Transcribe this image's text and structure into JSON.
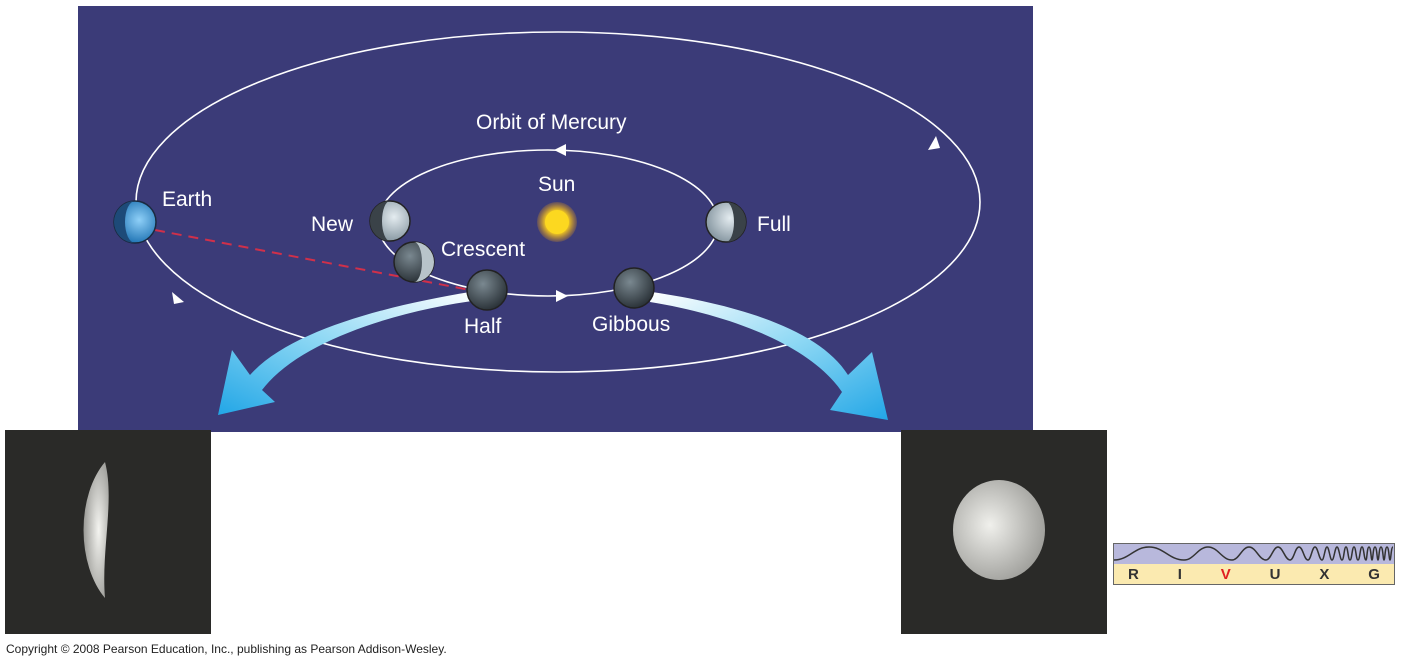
{
  "diagram": {
    "orbit_label": "Orbit of Mercury",
    "sun_label": "Sun",
    "earth_label": "Earth",
    "phases": {
      "new": "New",
      "crescent": "Crescent",
      "half": "Half",
      "gibbous": "Gibbous",
      "full": "Full"
    },
    "colors": {
      "background": "#3b3b78",
      "sightline": "#d0304a",
      "arrow": "#3cb8ea"
    }
  },
  "spectrum": {
    "bands": [
      "R",
      "I",
      "V",
      "U",
      "X",
      "G"
    ],
    "highlighted": "V"
  },
  "copyright": "Copyright © 2008 Pearson Education, Inc., publishing as Pearson Addison-Wesley."
}
